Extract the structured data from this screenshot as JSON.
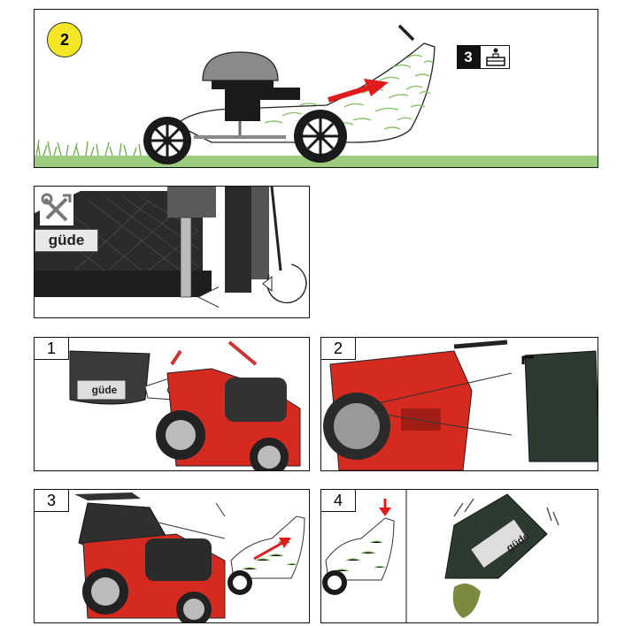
{
  "top_panel": {
    "step_badge": "2",
    "ref_badge": "3",
    "ref_icon": "toolbox-icon"
  },
  "detail_panel": {
    "tool_icon": "wrench-icon",
    "brand": "güde"
  },
  "steps": [
    {
      "number": "1",
      "brand": "güde"
    },
    {
      "number": "2"
    },
    {
      "number": "3"
    },
    {
      "number": "4",
      "brand": "güde"
    }
  ],
  "colors": {
    "badge_yellow": "#f5e625",
    "arrow_red": "#e01b1b",
    "grass_green": "#8dc26f",
    "ground_green": "#9ccc80",
    "mower_red": "#d42a1f"
  }
}
